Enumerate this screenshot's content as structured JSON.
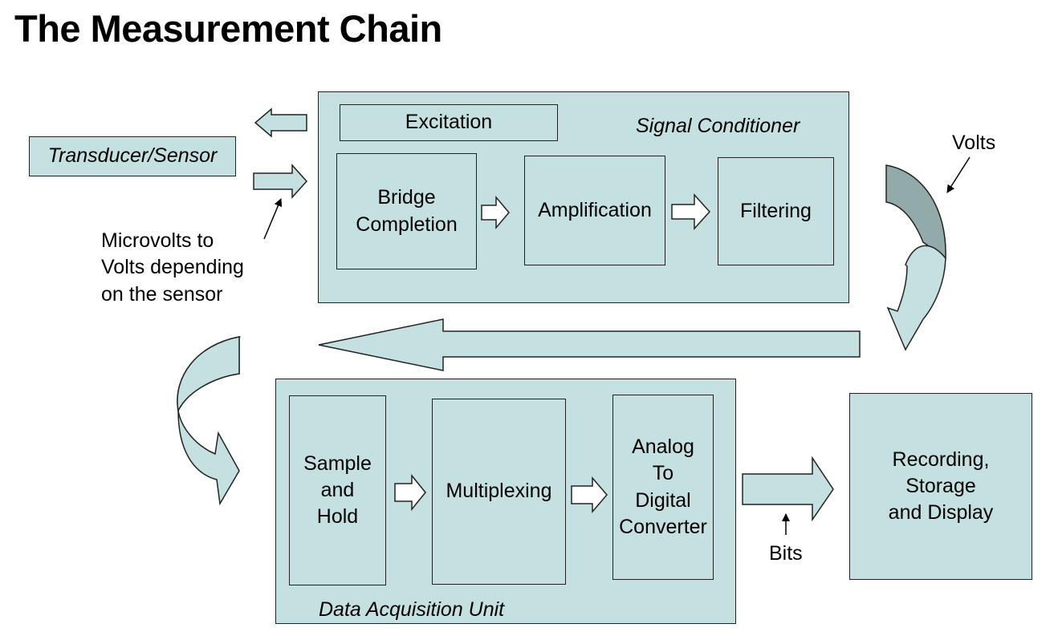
{
  "title": "The Measurement Chain",
  "sensor": {
    "label": "Transducer/Sensor"
  },
  "signal_conditioner": {
    "label": "Signal Conditioner",
    "excitation": "Excitation",
    "bridge": [
      "Bridge",
      "Completion"
    ],
    "amplification": "Amplification",
    "filtering": "Filtering"
  },
  "microvolts_note": [
    "Microvolts to",
    "Volts depending",
    "on the sensor"
  ],
  "volts_label": "Volts",
  "daq": {
    "label": "Data Acquisition Unit",
    "sample_hold": [
      "Sample",
      "and",
      "Hold"
    ],
    "multiplexing": "Multiplexing",
    "adc": [
      "Analog",
      "To",
      "Digital",
      "Converter"
    ]
  },
  "bits_label": "Bits",
  "recording": [
    "Recording,",
    "Storage",
    "and Display"
  ]
}
